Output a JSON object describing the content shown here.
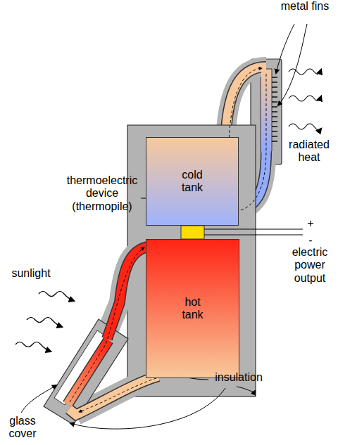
{
  "diagram": {
    "nodes": [
      {
        "text": [
          "cold tank"
        ]
      },
      {
        "text": [
          "hot tank"
        ]
      }
    ],
    "labels": [
      "metal fins",
      "radiated heat",
      "thermoelectric device (thermopile)",
      "+",
      "-",
      "electric power output",
      "sunlight",
      "insulation",
      "glass cover"
    ]
  }
}
